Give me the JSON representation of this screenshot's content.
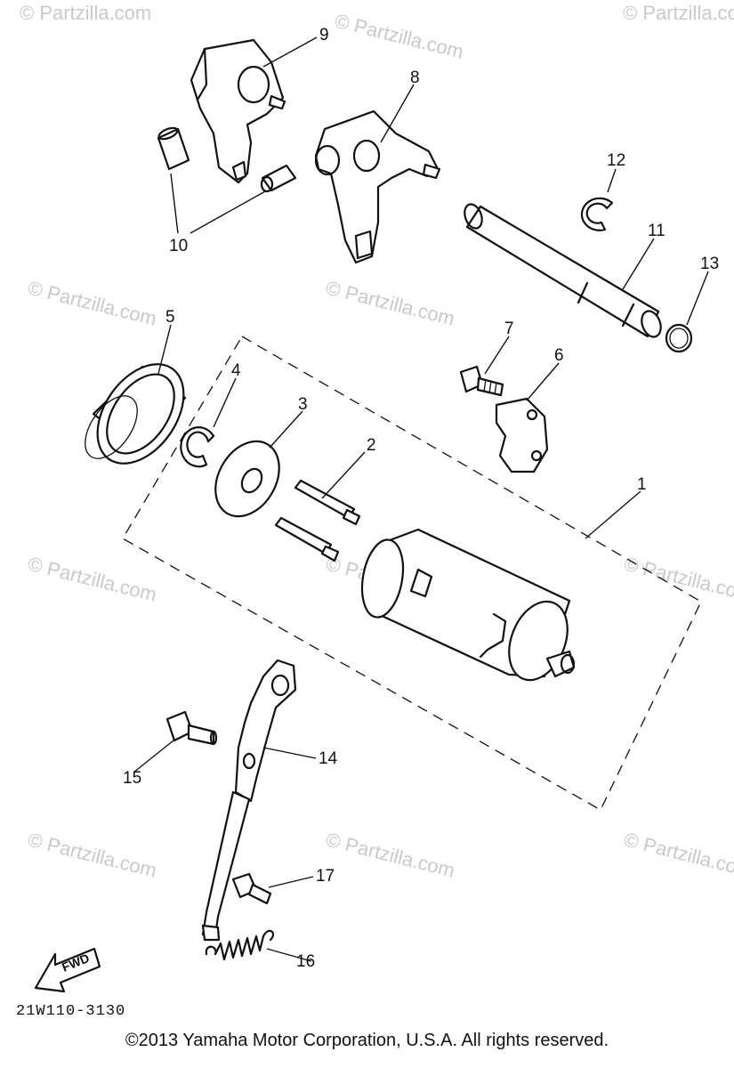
{
  "watermark": "© Partzilla.com",
  "callouts": [
    "1",
    "2",
    "3",
    "4",
    "5",
    "6",
    "7",
    "8",
    "9",
    "10",
    "11",
    "12",
    "13",
    "14",
    "15",
    "16",
    "17"
  ],
  "fwd_label": "FWD",
  "diagram_code": "21W110-3130",
  "copyright": "©2013  Yamaha Motor Corporation, U.S.A. All rights reserved."
}
